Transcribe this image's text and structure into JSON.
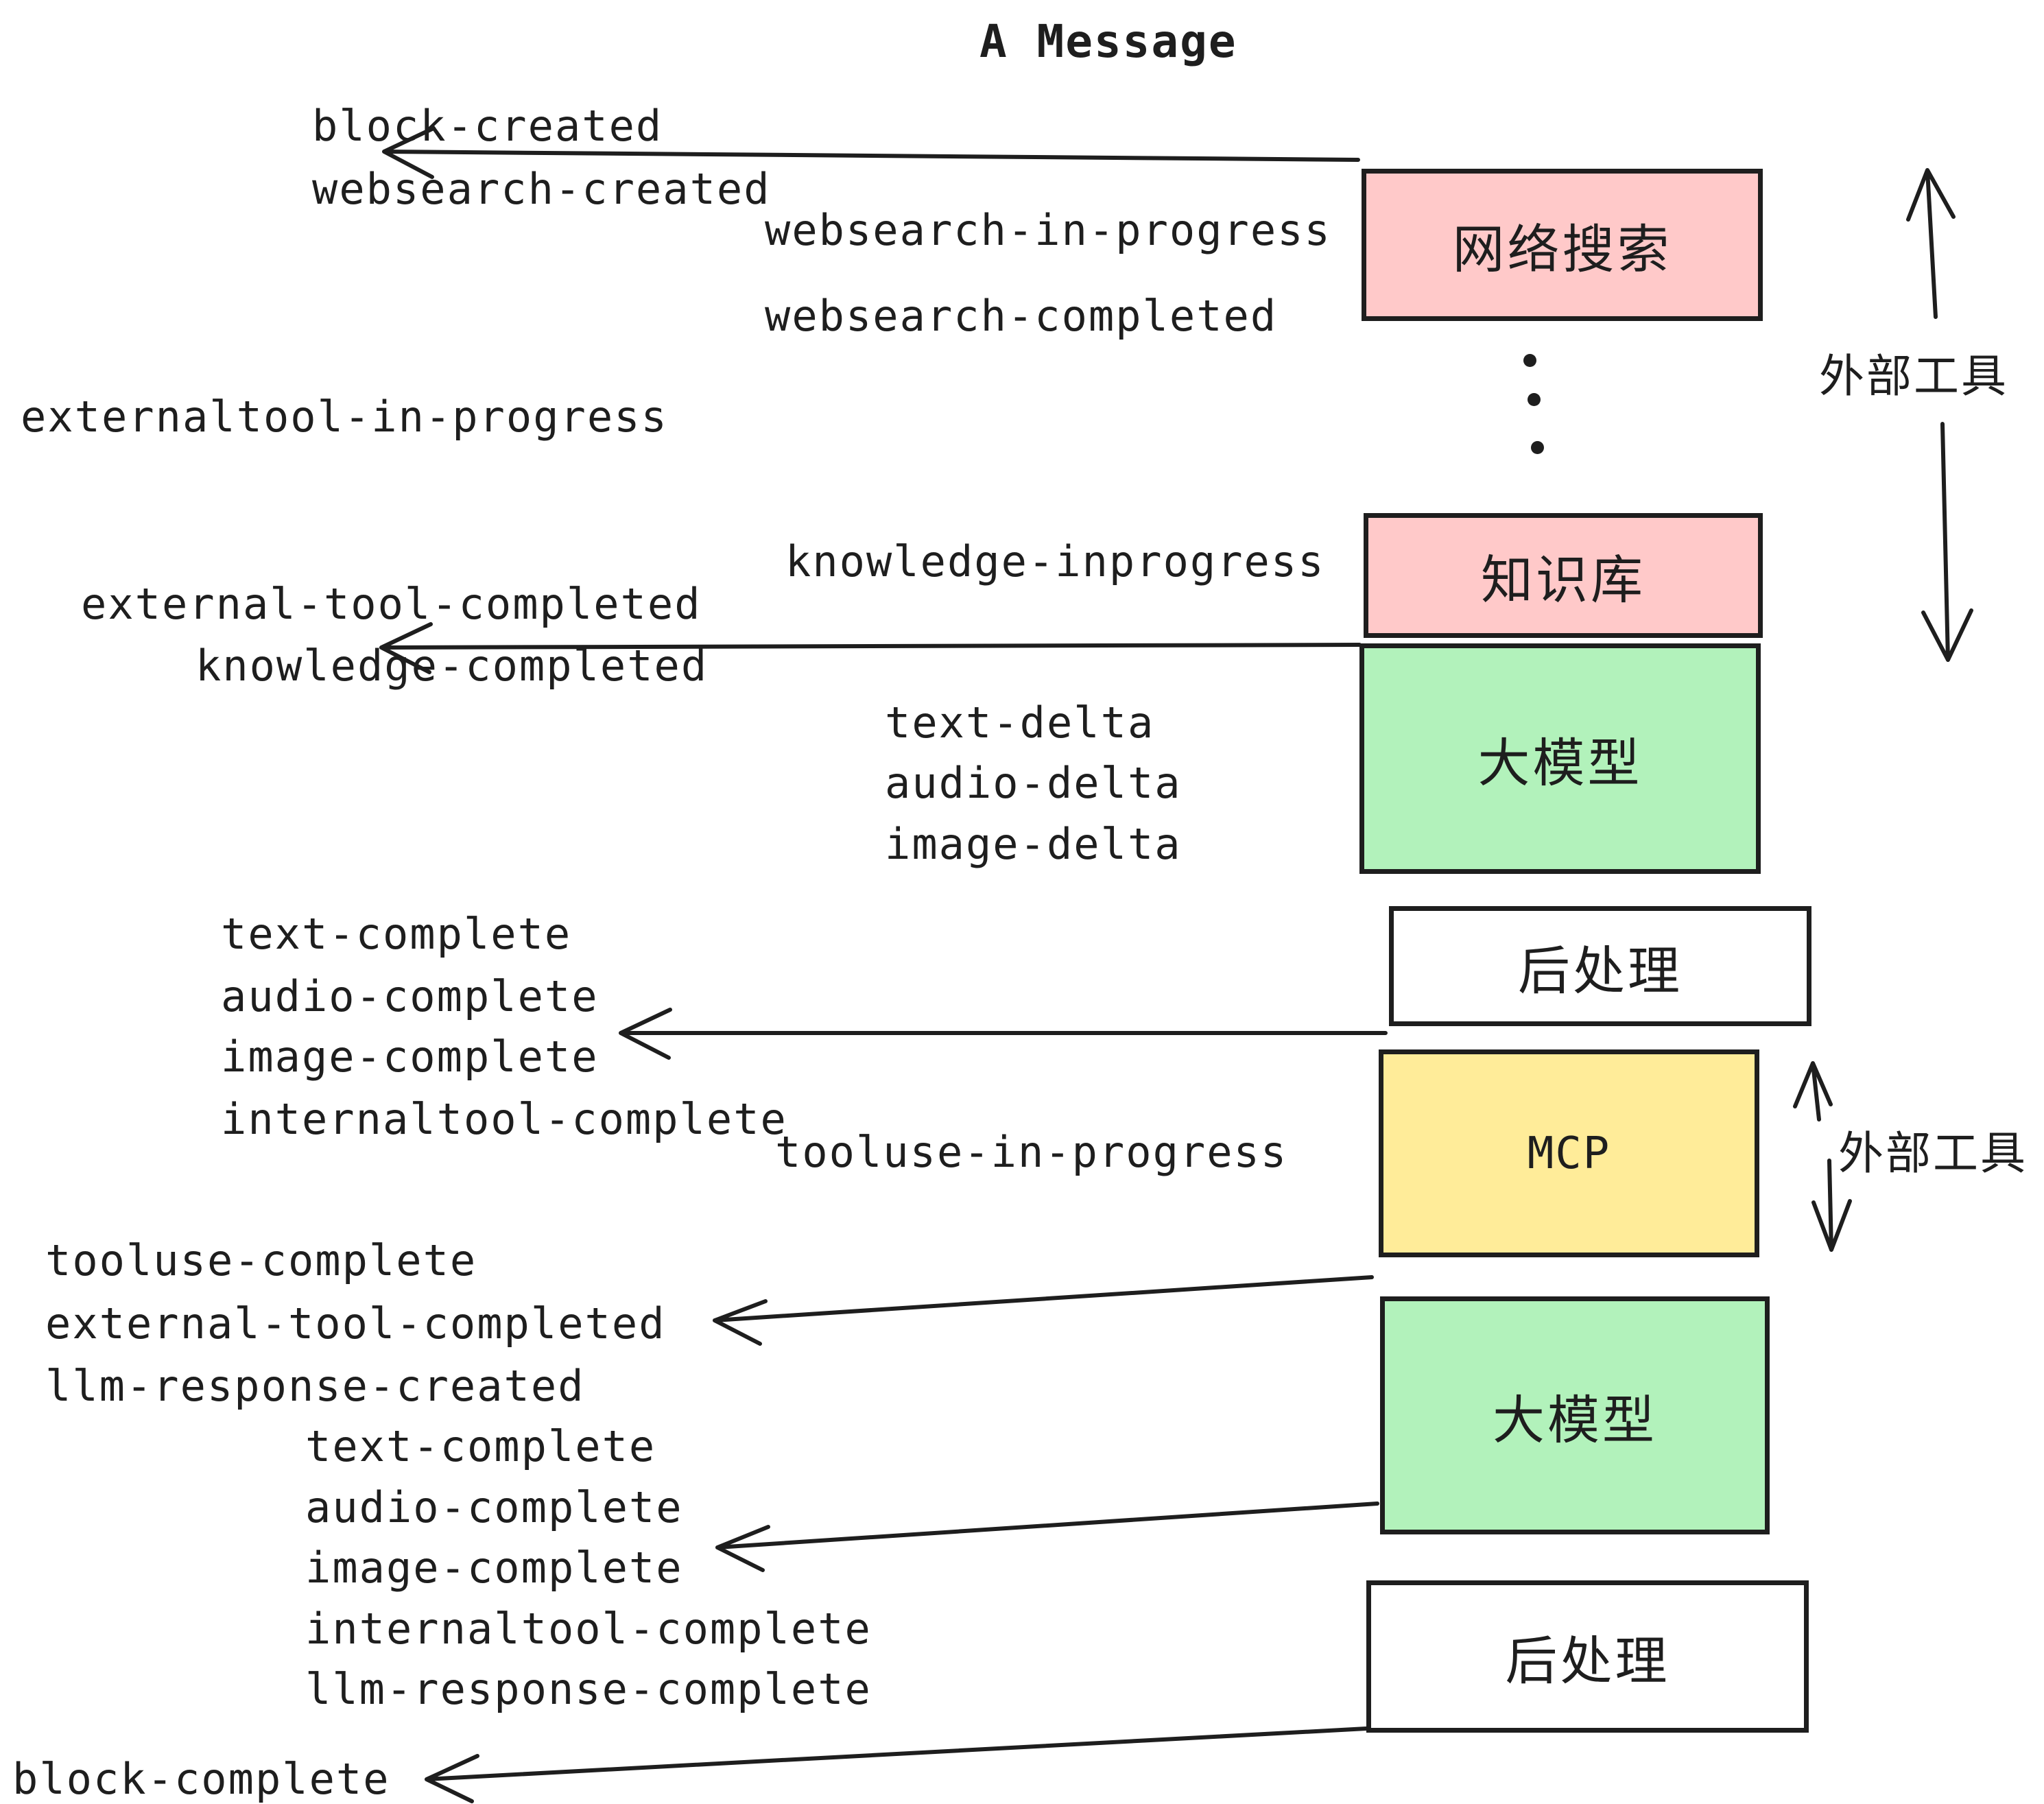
{
  "title": "A Message",
  "palette": {
    "pink": "#ffc9c9",
    "green": "#b2f2bb",
    "yellow": "#ffec99",
    "white": "#ffffff",
    "ink": "#1e1e1e"
  },
  "boxes": [
    {
      "id": "web-search",
      "label": "网络搜索"
    },
    {
      "id": "knowledge-base",
      "label": "知识库"
    },
    {
      "id": "llm-top",
      "label": "大模型"
    },
    {
      "id": "post-process-top",
      "label": "后处理"
    },
    {
      "id": "mcp",
      "label": "MCP"
    },
    {
      "id": "llm-bottom",
      "label": "大模型"
    },
    {
      "id": "post-process-bottom",
      "label": "后处理"
    }
  ],
  "side_labels": {
    "external_tool_top": "外部工具",
    "external_tool_bottom": "外部工具"
  },
  "events": {
    "block_created": "block-created",
    "websearch_created": "websearch-created",
    "websearch_in_progress": "websearch-in-progress",
    "websearch_completed": "websearch-completed",
    "externaltool_in_progress": "externaltool-in-progress",
    "knowledge_inprogress": "knowledge-inprogress",
    "external_tool_completed": "external-tool-completed",
    "knowledge_completed": "knowledge-completed",
    "text_delta_1": "text-delta",
    "audio_delta_1": "audio-delta",
    "image_delta_1": "image-delta",
    "text_complete_1": "text-complete",
    "audio_complete_1": "audio-complete",
    "image_complete_1": "image-complete",
    "internaltool_complete_1": "internaltool-complete",
    "tooluse_in_progress": "tooluse-in-progress",
    "tooluse_complete": "tooluse-complete",
    "external_tool_completed_2": "external-tool-completed",
    "llm_response_created": "llm-response-created",
    "text_complete_2": "text-complete",
    "audio_complete_2": "audio-complete",
    "image_complete_2": "image-complete",
    "internaltool_complete_2": "internaltool-complete",
    "llm_response_complete": "llm-response-complete",
    "block_complete": "block-complete"
  }
}
